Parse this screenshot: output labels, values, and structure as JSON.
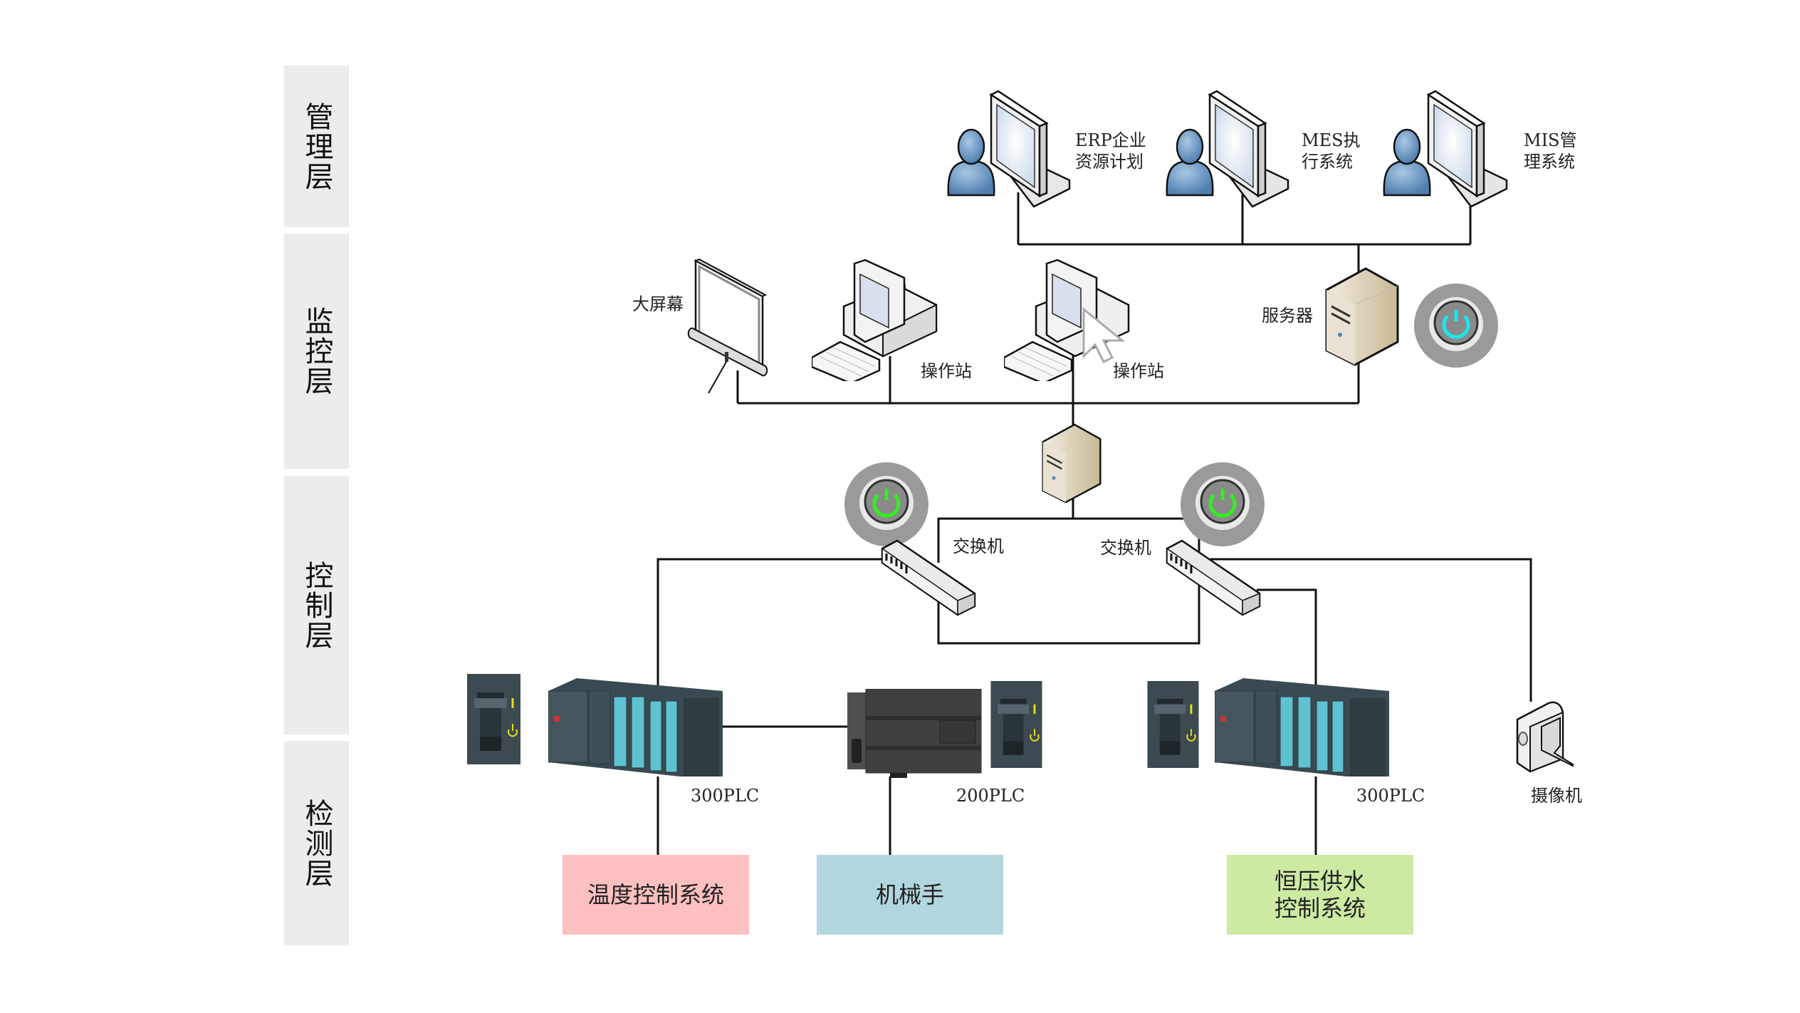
{
  "layers": [
    {
      "label": "管理层"
    },
    {
      "label": "监控层"
    },
    {
      "label": "控制层"
    },
    {
      "label": "检测层"
    }
  ],
  "management": {
    "systems": [
      {
        "label": "ERP企业\n资源计划"
      },
      {
        "label": "MES执\n行系统"
      },
      {
        "label": "MIS管\n理系统"
      }
    ]
  },
  "monitoring": {
    "screen_label": "大屏幕",
    "station_1_label": "操作站",
    "station_2_label": "操作站",
    "server_label": "服务器",
    "server_power_status": "on",
    "server_power_color": "#19e6ee"
  },
  "control": {
    "switch_1_label": "交换机",
    "switch_2_label": "交换机",
    "switch_power_color": "#33ee22",
    "plcs": [
      {
        "label": "300PLC"
      },
      {
        "label": "200PLC"
      },
      {
        "label": "300PLC"
      }
    ],
    "camera_label": "摄像机"
  },
  "detection": {
    "systems": [
      {
        "label": "温度控制系统",
        "color": "#fdc0c0"
      },
      {
        "label": "机械手",
        "color": "#b2d6de"
      },
      {
        "label": "恒压供水\n控制系统",
        "color": "#cdeaa3"
      }
    ]
  }
}
